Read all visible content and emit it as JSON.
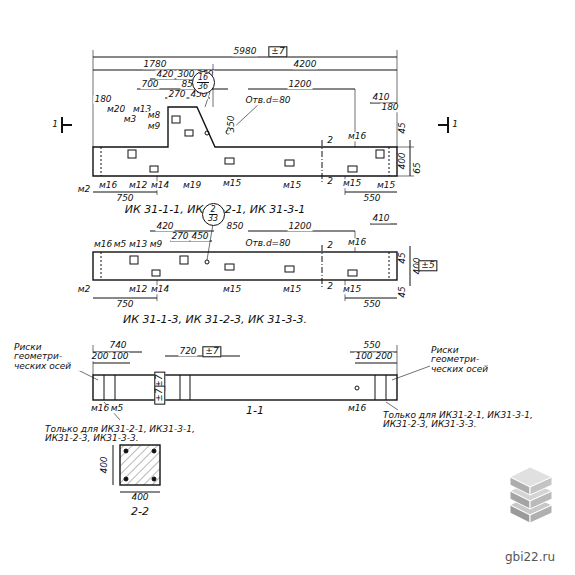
{
  "diagram": {
    "nodes": [
      {
        "text": [
          "16",
          "36"
        ]
      },
      {
        "text": [
          "2",
          "33"
        ]
      }
    ],
    "labels": [
      "5980",
      "±7",
      "1780",
      "4200",
      "420",
      "300",
      "350",
      "700",
      "850",
      "270",
      "450",
      "1200",
      "Отв.d=80",
      "180",
      "м20",
      "м3",
      "м13",
      "м8",
      "м9",
      "350",
      "410",
      "180",
      "45",
      "400",
      "65",
      "2",
      "2",
      "1",
      "1",
      "м16",
      "м2",
      "м16",
      "м12",
      "м14",
      "м19",
      "м15",
      "м15",
      "м15",
      "м15",
      "750",
      "550",
      "ИК 31-1-1, ИК 31-2-1, ИК 31-3-1",
      "420",
      "850",
      "270",
      "450",
      "1200",
      "Отв.d=80",
      "м16",
      "м5",
      "м13",
      "м9",
      "м16",
      "410",
      "45",
      "400",
      "±5",
      "45",
      "2",
      "2",
      "м2",
      "м12",
      "м14",
      "м15",
      "м15",
      "м15",
      "750",
      "550",
      "ИК 31-1-3, ИК 31-2-3, ИК 31-3-3.",
      "Риски геометри- ческих осей",
      "740",
      "200",
      "100",
      "720",
      "±7",
      "±7",
      "±7",
      "550",
      "100",
      "200",
      "Риски геометри- ческих осей",
      "м16",
      "м5",
      "м16",
      "1-1",
      "Только для ИК31-2-1, ИК31-3-1, ИК31-2-3, ИК31-3-3.",
      "Только для ИК31-2-1, ИК31-3-1, ИК31-2-3, ИК31-3-3.",
      "400",
      "400",
      "2-2",
      "gbi22.ru"
    ]
  }
}
